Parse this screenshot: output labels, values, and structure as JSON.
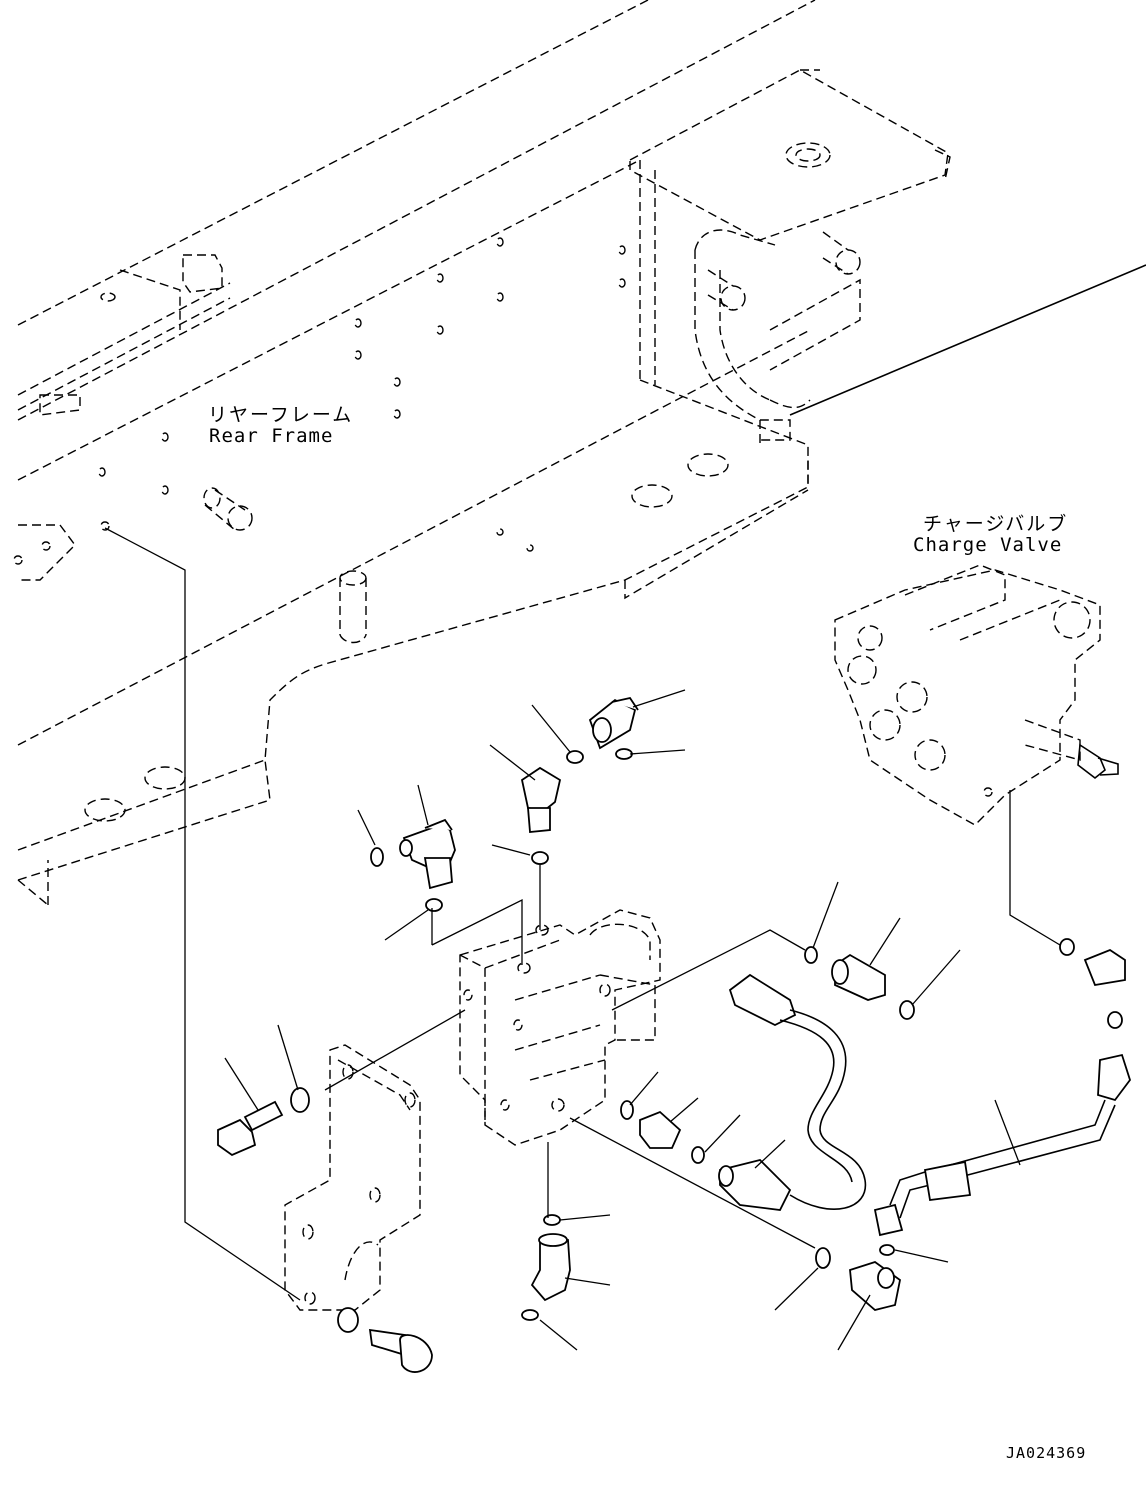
{
  "labels": {
    "rear_frame_jp": "リヤーフレーム",
    "rear_frame_en": "Rear Frame",
    "charge_valve_jp": "チャージバルブ",
    "charge_valve_en": "Charge Valve",
    "drawing_code": "JA024369"
  },
  "colors": {
    "line": "#000000",
    "background": "#ffffff"
  }
}
